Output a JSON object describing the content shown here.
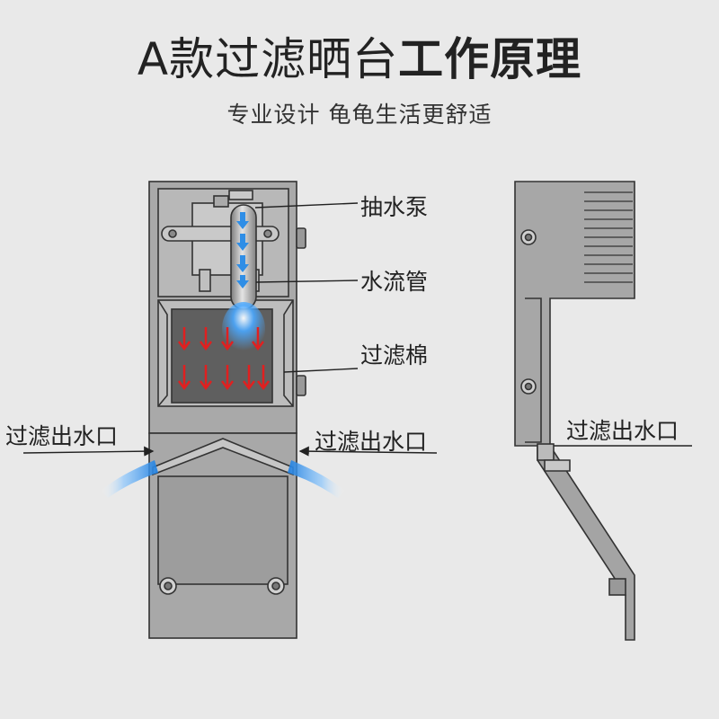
{
  "title": {
    "light": "A款过滤晒台",
    "bold": "工作原理"
  },
  "subtitle": "专业设计  龟龟生活更舒适",
  "labels": {
    "pump": "抽水泵",
    "pipe": "水流管",
    "filter_cotton": "过滤棉",
    "outlet_left": "过滤出水口",
    "outlet_right": "过滤出水口",
    "outlet_side": "过滤出水口"
  },
  "colors": {
    "body": "#a8a8a8",
    "outline": "#333333",
    "water_flow": "#2f8ee6",
    "filter_flow": "#d91f1f"
  }
}
